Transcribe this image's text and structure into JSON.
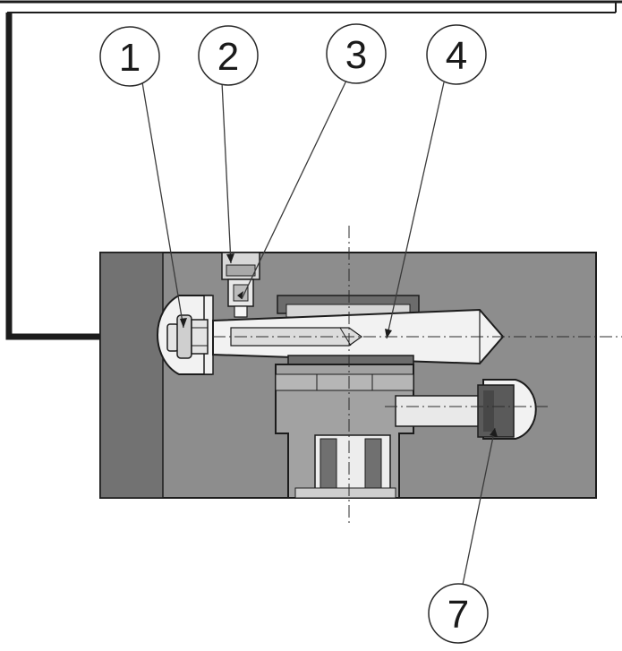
{
  "diagram": {
    "callouts": [
      {
        "id": "c1",
        "label": "1"
      },
      {
        "id": "c2",
        "label": "2"
      },
      {
        "id": "c3",
        "label": "3"
      },
      {
        "id": "c4",
        "label": "4"
      },
      {
        "id": "c7",
        "label": "7"
      }
    ],
    "colors": {
      "block_fill": "#8d8d8d",
      "block_dark": "#5e5e5e",
      "cavity_fill": "#f2f2f2",
      "line": "#1c1c1c",
      "leader": "#3a3a3a"
    }
  }
}
